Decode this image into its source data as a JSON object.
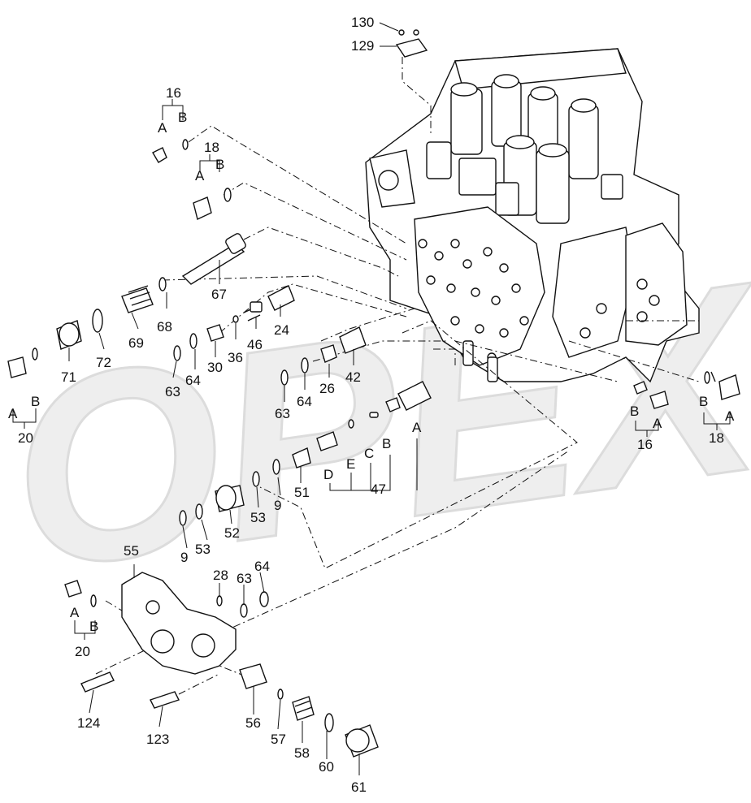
{
  "watermark": {
    "text": "OPEX",
    "color": "#e6e6e6"
  },
  "colors": {
    "line": "#111111",
    "background": "#ffffff"
  },
  "labels": {
    "l130": "130",
    "l129": "129",
    "l16a": "16",
    "l16a_A": "A",
    "l16a_B": "B",
    "l18a": "18",
    "l18a_A": "A",
    "l18a_B": "B",
    "l67": "67",
    "l68": "68",
    "l69": "69",
    "l72": "72",
    "l71": "71",
    "l20a": "20",
    "l20a_A": "A",
    "l20a_B": "B",
    "l24": "24",
    "l46": "46",
    "l36": "36",
    "l30": "30",
    "l64a": "64",
    "l63a": "63",
    "l42": "42",
    "l26": "26",
    "l64b": "64",
    "l63b": "63",
    "l47": "47",
    "l47_A": "A",
    "l47_B": "B",
    "l47_C": "C",
    "l47_D": "D",
    "l47_E": "E",
    "l51": "51",
    "l9a": "9",
    "l53a": "53",
    "l52": "52",
    "l53b": "53",
    "l9b": "9",
    "l16b": "16",
    "l16b_A": "A",
    "l16b_B": "B",
    "l18b": "18",
    "l18b_A": "A",
    "l18b_B": "B",
    "l55": "55",
    "l28": "28",
    "l63c": "63",
    "l64c": "64",
    "l20b": "20",
    "l20b_A": "A",
    "l20b_B": "B",
    "l124": "124",
    "l123": "123",
    "l56": "56",
    "l57": "57",
    "l58": "58",
    "l60": "60",
    "l61": "61"
  }
}
